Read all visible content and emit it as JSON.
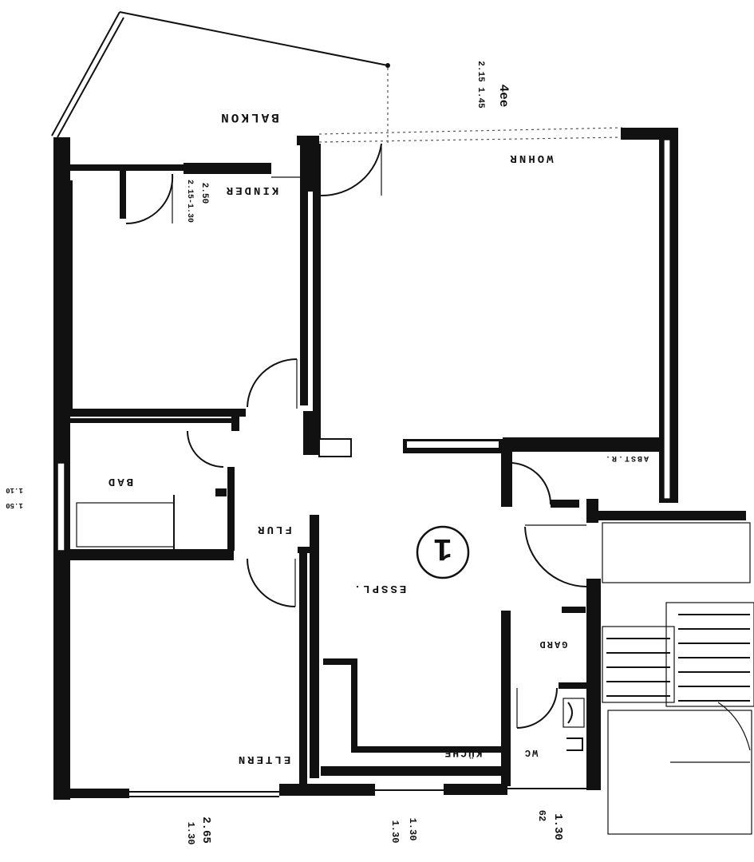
{
  "rooms": {
    "balkon": "BALKON",
    "kinder": "KINDER",
    "wohn": "WOHNR",
    "bad": "BAD",
    "flur": "FLUR",
    "abst": "ABST.R.",
    "essecke": "ESSPL.",
    "garderobe": "GARD",
    "eltern": "ELTERN",
    "kueche": "KÜCHE",
    "wc": "WC"
  },
  "unit_number": "1",
  "annotations": {
    "balcony_window_a": "4ee",
    "balcony_window_b": "2.15 1.45",
    "kinder_window_a": "2.50",
    "kinder_window_b": "2.15-1.30",
    "bad_window_a": "1.10",
    "bad_window_b": "1.50",
    "eltern_window_a": "2.65",
    "eltern_window_b": "1.30",
    "kueche_window_a": "1.30",
    "kueche_window_b": "1.30",
    "wc_window_a": "1.30",
    "wc_window_b": "62"
  }
}
